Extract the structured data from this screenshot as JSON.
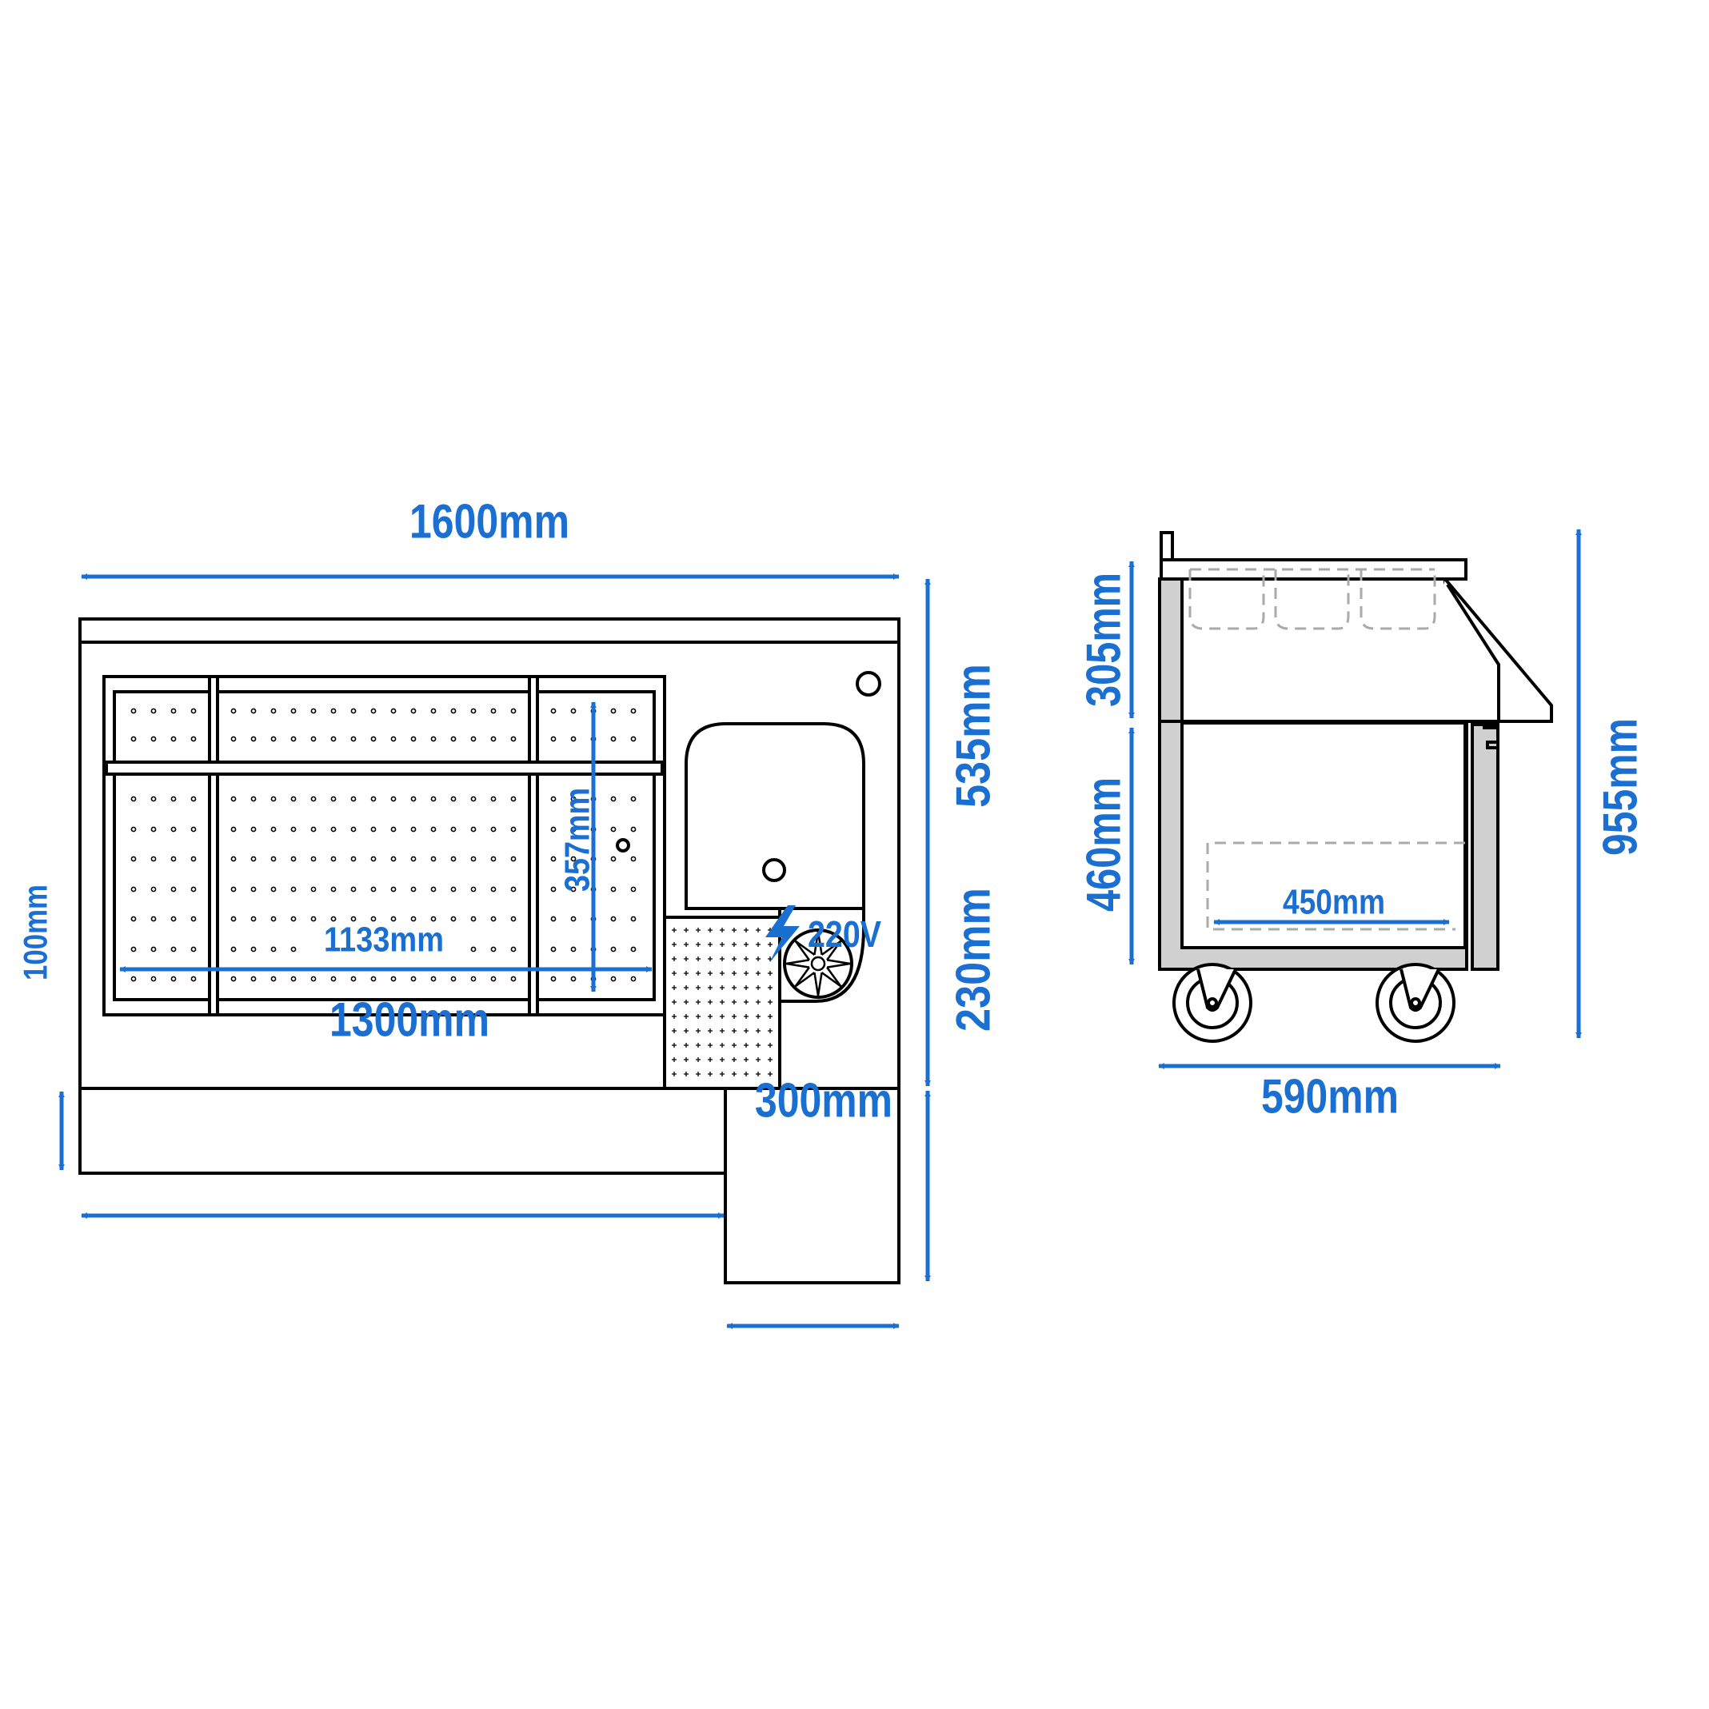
{
  "colors": {
    "dimension": "#1b6fd1",
    "line": "#000000",
    "panel_gray": "#d0d0d0"
  },
  "front_view": {
    "width_total": "1600mm",
    "inner_width": "1133mm",
    "inner_depth": "357mm",
    "height_upper": "535mm",
    "height_lower": "230mm",
    "base_height": "100mm",
    "base_width": "1300mm",
    "motor_width": "300mm",
    "power": "220V",
    "power_icon": "lightning-bolt-icon"
  },
  "side_view": {
    "upper_height": "305mm",
    "lower_height": "460mm",
    "total_height": "955mm",
    "depth": "590mm",
    "shelf_depth": "450mm"
  }
}
